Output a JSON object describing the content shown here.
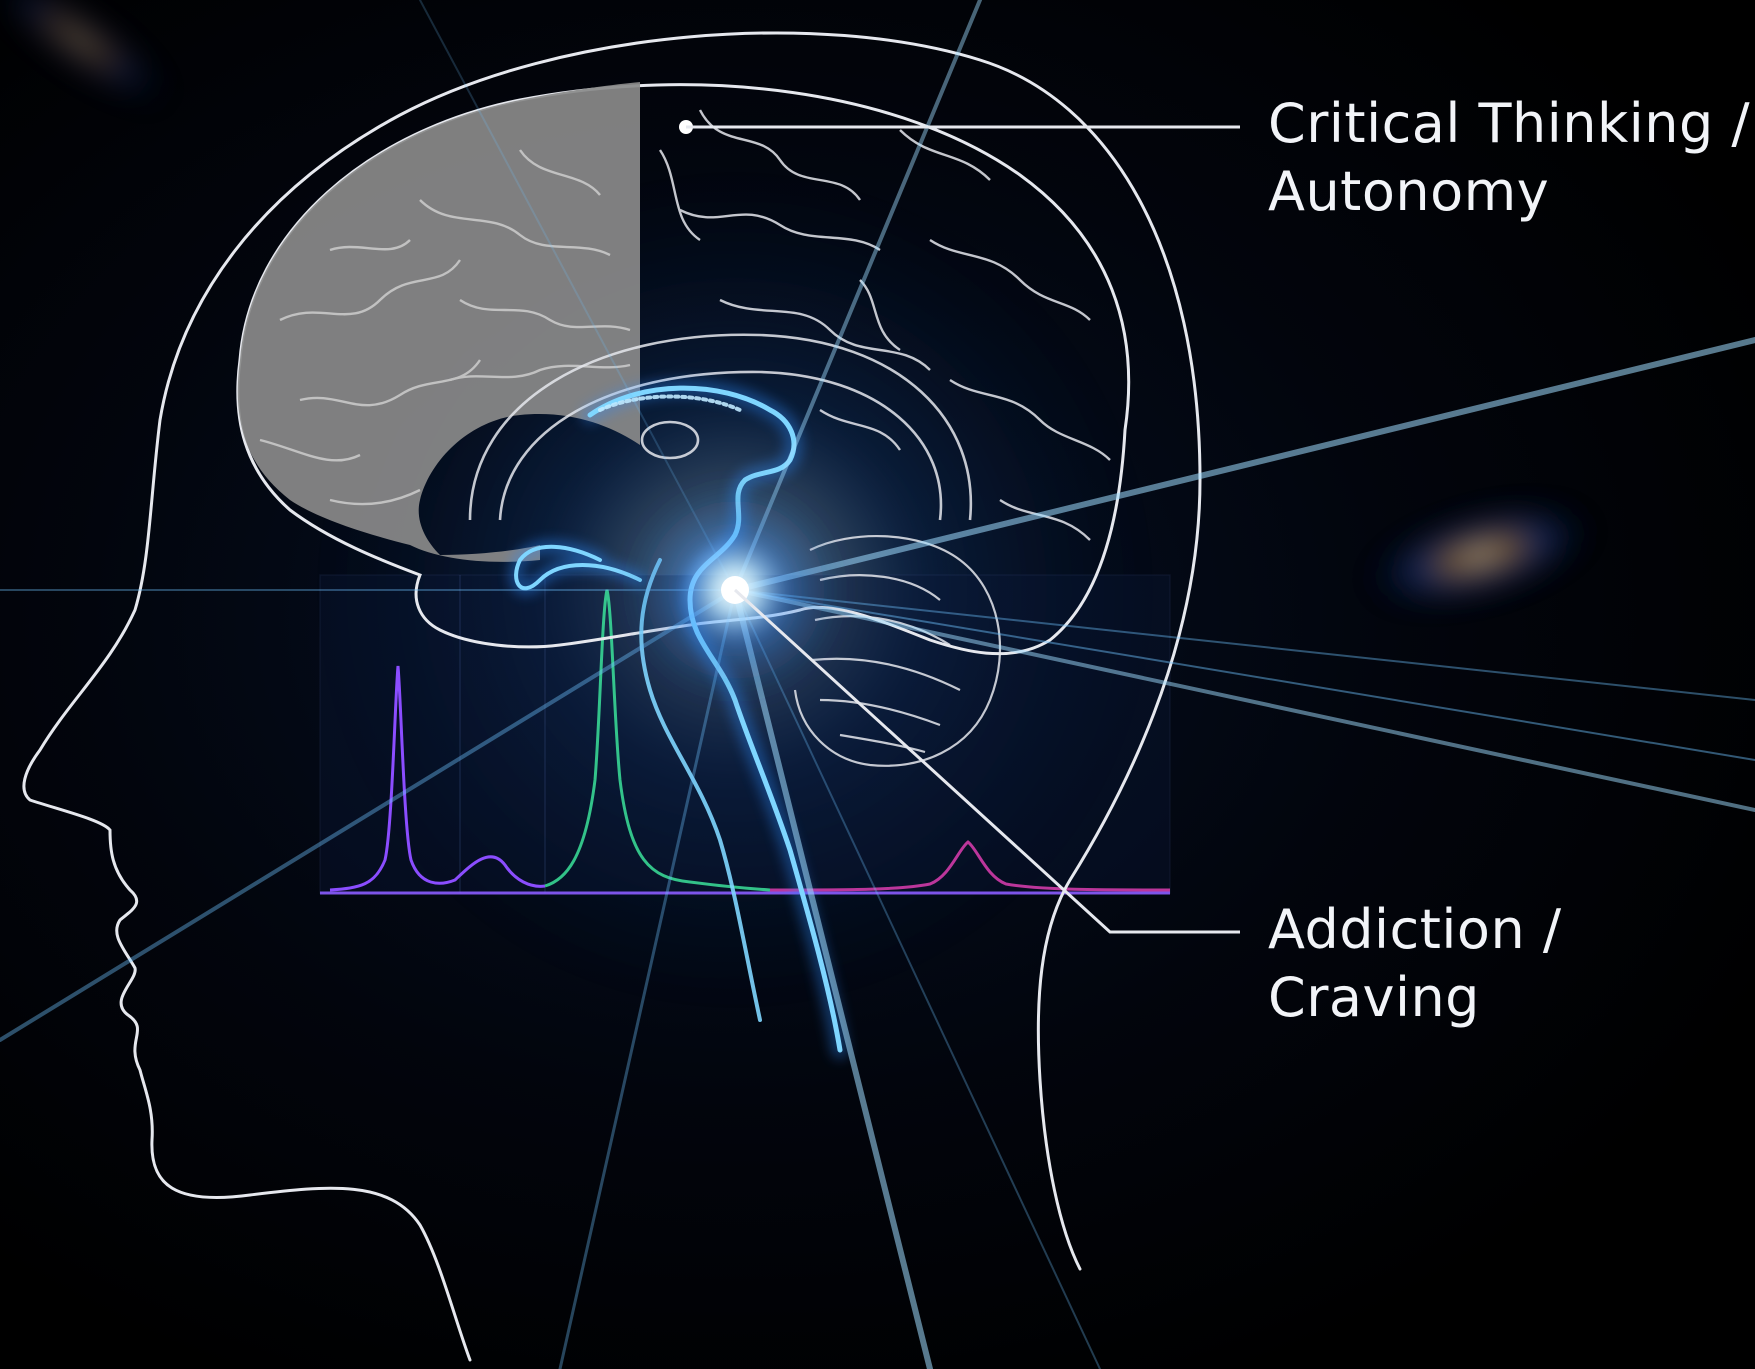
{
  "labels": {
    "critical_thinking": {
      "line1": "Critical Thinking /",
      "line2": "Autonomy"
    },
    "addiction": {
      "line1": "Addiction /",
      "line2": "Craving"
    }
  },
  "colors": {
    "background": "#000000",
    "outline": "#e6e8ee",
    "prefrontal_fill": "#8a8a8a",
    "glow_core": "#ffffff",
    "glow_blue": "#2f8dff",
    "glow_cyan": "#7fd6ff",
    "spectrum_violet": "#7b3cff",
    "spectrum_green": "#3be29a",
    "spectrum_magenta": "#d03ba8"
  }
}
